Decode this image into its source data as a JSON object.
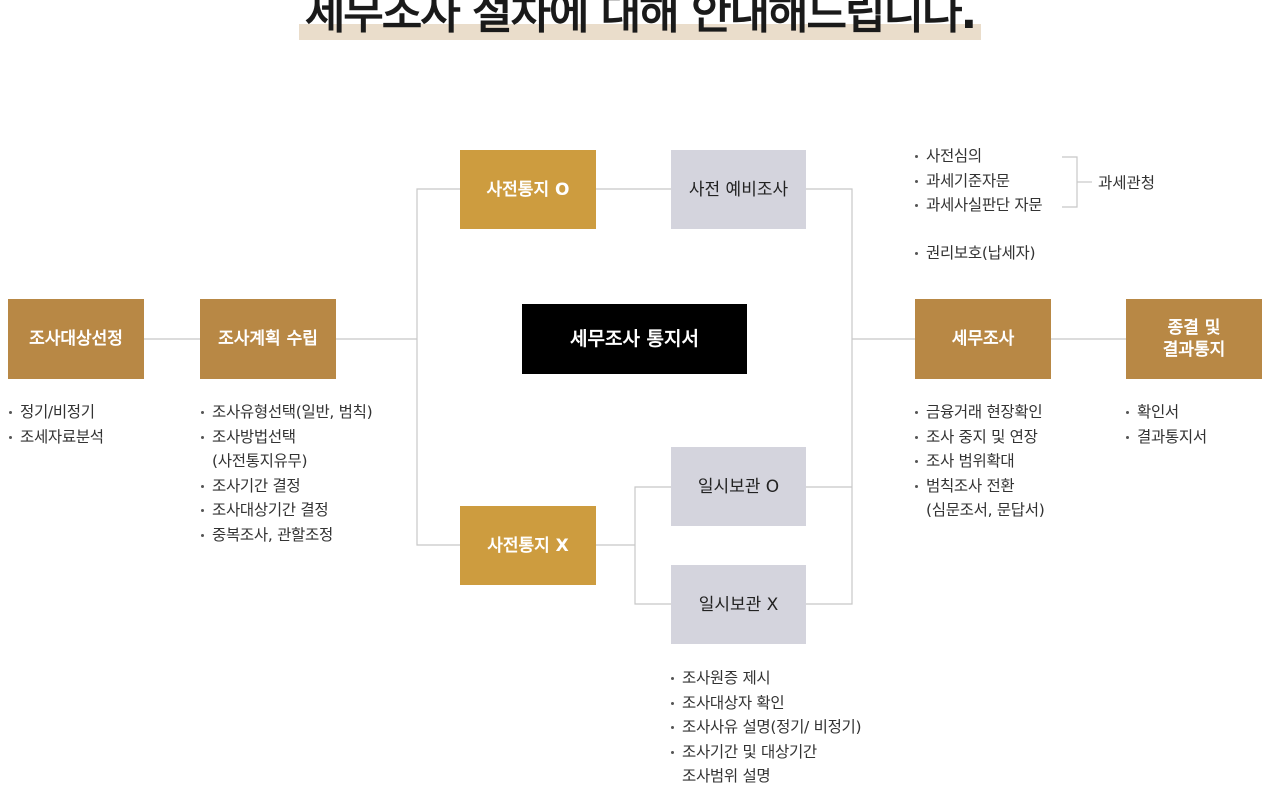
{
  "title": "세무조사 절차에 대해 안내해드립니다.",
  "boxes": {
    "target": "조사대상선정",
    "plan": "조사계획 수립",
    "notice_o": "사전통지 O",
    "prelim": "사전 예비조사",
    "notice_doc": "세무조사 통지서",
    "notice_x": "사전통지 X",
    "custody_o": "일시보관 O",
    "custody_x": "일시보관 X",
    "audit": "세무조사",
    "end_line1": "종결 및",
    "end_line2": "결과통지"
  },
  "lists": {
    "target": [
      "정기/비정기",
      "조세자료분석"
    ],
    "plan": [
      {
        "line1": "조사유형선택(일반, 범칙)"
      },
      {
        "line1": "조사방법선택",
        "line2": "(사전통지유무)"
      },
      {
        "line1": "조사기간 결정"
      },
      {
        "line1": "조사대상기간 결정"
      },
      {
        "line1": "중복조사, 관할조정"
      }
    ],
    "review": [
      "사전심의",
      "과세기준자문",
      "과세사실판단 자문"
    ],
    "rights": "권리보호(납세자)",
    "audit": [
      {
        "line1": "금융거래 현장확인"
      },
      {
        "line1": "조사 중지 및 연장"
      },
      {
        "line1": "조사 범위확대"
      },
      {
        "line1": "범칙조사 전환",
        "line2": "(심문조서, 문답서)"
      }
    ],
    "result": [
      "확인서",
      "결과통지서"
    ],
    "custody": [
      {
        "line1": "조사원증 제시"
      },
      {
        "line1": "조사대상자 확인"
      },
      {
        "line1": "조사사유 설명(정기/ 비정기)"
      },
      {
        "line1": "조사기간 및 대상기간",
        "line2": "조사범위 설명"
      }
    ]
  },
  "labels": {
    "tax_office": "과세관청"
  },
  "colors": {
    "brown": "#b88845",
    "gold": "#cd9c3f",
    "grey": "#d4d4dd",
    "black": "#000000",
    "line": "#c8c8c8",
    "title_highlight": "#eaddcb"
  }
}
